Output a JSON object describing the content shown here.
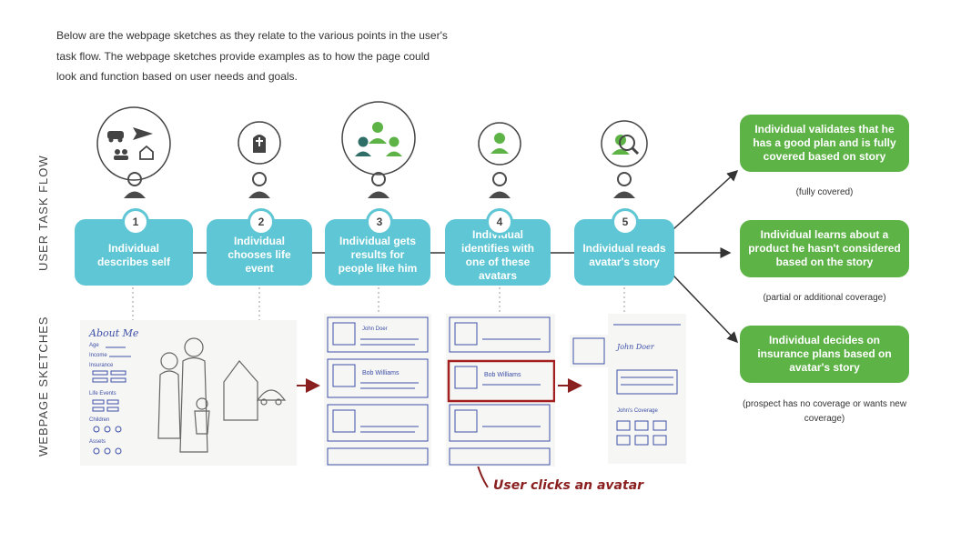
{
  "intro": "Below are the webpage sketches as they relate to the various points in the user's task flow. The webpage sketches provide examples as to how the page could look and function based on user needs and goals.",
  "labels": {
    "user_task_flow": "USER TASK FLOW",
    "webpage_sketches": "WEBPAGE SKETCHES"
  },
  "steps": [
    {
      "num": "1",
      "text": "Individual describes self"
    },
    {
      "num": "2",
      "text": "Individual chooses life event"
    },
    {
      "num": "3",
      "text": "Individual gets results for people like him"
    },
    {
      "num": "4",
      "text": "Individual identifies with one of these avatars"
    },
    {
      "num": "5",
      "text": "Individual reads avatar's story"
    }
  ],
  "outcomes": [
    {
      "text": "Individual validates that he has a good plan and is fully covered based on story",
      "note": "(fully covered)"
    },
    {
      "text": "Individual learns about a product he hasn't considered based on the story",
      "note": "(partial or additional coverage)"
    },
    {
      "text": "Individual decides on insurance plans based on avatar's story",
      "note": "(prospect has no coverage or wants new coverage)"
    }
  ],
  "sketch_text": {
    "about_me": "About Me",
    "age": "Age",
    "income": "Income",
    "insurance": "Insurance",
    "life_events": "Life Events",
    "children": "Children",
    "assets": "Assets",
    "john_doer": "John Doer",
    "bob_williams": "Bob Williams",
    "johns_coverage": "John's Coverage"
  },
  "callout": "User clicks an avatar",
  "colors": {
    "teal": "#5ec6d4",
    "green": "#5db346",
    "dark_red": "#8a1f1f",
    "person": "#4a4a4a",
    "sketch_ink": "#3d4fa8"
  }
}
